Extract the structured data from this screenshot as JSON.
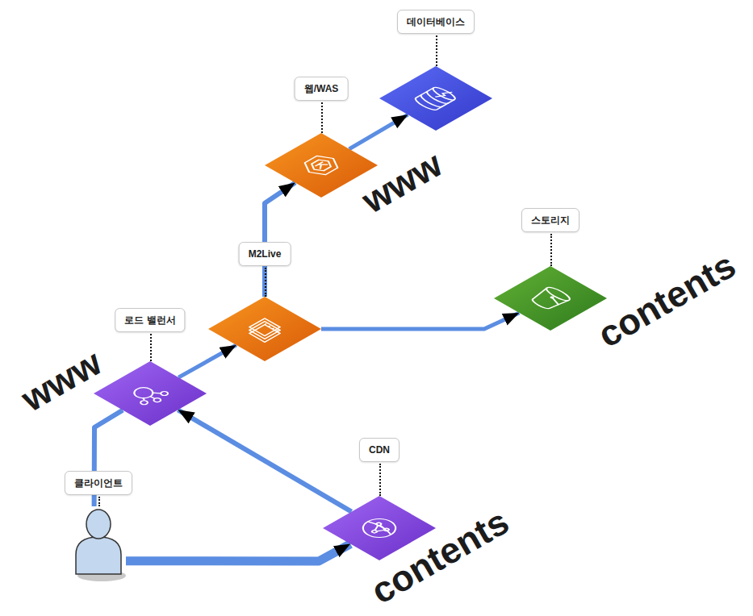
{
  "diagram": {
    "nodes": [
      {
        "text": [
          "데이터베이스"
        ]
      },
      {
        "text": [
          "웹/WAS"
        ]
      },
      {
        "text": [
          "스토리지"
        ]
      },
      {
        "text": [
          "M2Live"
        ]
      },
      {
        "text": [
          "로드 밸런서"
        ]
      },
      {
        "text": [
          "CDN"
        ]
      },
      {
        "text": [
          "클라이언트"
        ]
      }
    ],
    "edges": [
      {
        "from": 6,
        "to": 5,
        "arrow": "to"
      },
      {
        "from": 5,
        "to": 4,
        "arrow": "to"
      },
      {
        "from": 6,
        "to": 4,
        "arrow": "none"
      },
      {
        "from": 4,
        "to": 3,
        "arrow": "to"
      },
      {
        "from": 3,
        "to": 2,
        "arrow": "to"
      },
      {
        "from": 3,
        "to": 1,
        "arrow": "to"
      },
      {
        "from": 1,
        "to": 0,
        "arrow": "to"
      }
    ],
    "labels": [
      "www",
      "contents",
      "www",
      "contents"
    ]
  }
}
